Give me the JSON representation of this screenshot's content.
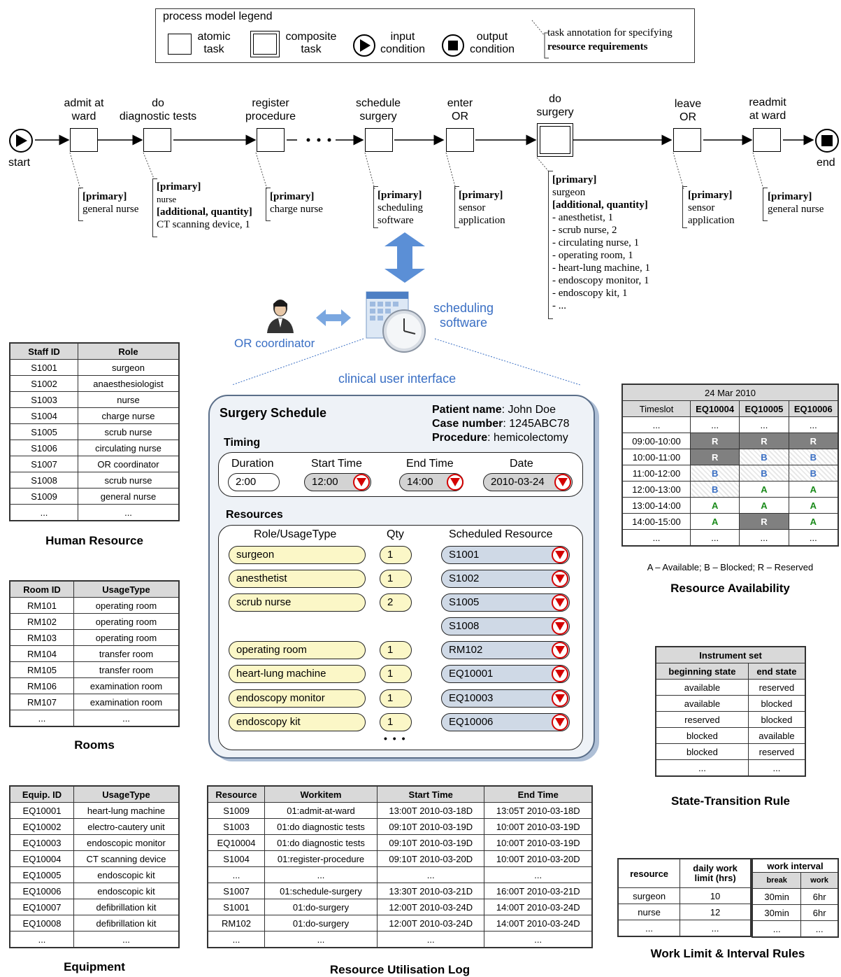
{
  "legend": {
    "title": "process model legend",
    "atomic": "atomic\ntask",
    "composite": "composite\ntask",
    "input": "input\ncondition",
    "output": "output\ncondition",
    "annot_line1": "task annotation for specifying",
    "annot_line2": "resource requirements"
  },
  "process": {
    "start": "start",
    "end": "end",
    "tasks": [
      {
        "label": "admit at\nward"
      },
      {
        "label": "do\ndiagnostic tests"
      },
      {
        "label": "register\nprocedure"
      },
      {
        "label": "schedule\nsurgery"
      },
      {
        "label": "enter\nOR"
      },
      {
        "label": "do\nsurgery"
      },
      {
        "label": "leave\nOR"
      },
      {
        "label": "readmit\nat ward"
      }
    ],
    "annotations": {
      "a1_h": "[primary]",
      "a1_v": "general nurse",
      "a2_h": "[primary]",
      "a2_v": "nurse",
      "a2_h2": "[additional, quantity]",
      "a2_v2": "CT scanning device, 1",
      "a3_h": "[primary]",
      "a3_v": "charge nurse",
      "a4_h": "[primary]",
      "a4_v": "scheduling\nsoftware",
      "a5_h": "[primary]",
      "a5_v": "sensor\napplication",
      "a6_h": "[primary]",
      "a6_v": "surgeon",
      "a6_h2": "[additional, quantity]",
      "a6_items": [
        "- anesthetist, 1",
        "- scrub nurse, 2",
        "- circulating nurse, 1",
        "- operating room, 1",
        "- heart-lung machine, 1",
        "- endoscopy monitor, 1",
        "- endoscopy kit, 1",
        "- ..."
      ],
      "a7_h": "[primary]",
      "a7_v": "sensor\napplication",
      "a8_h": "[primary]",
      "a8_v": "general nurse"
    }
  },
  "center": {
    "or_coordinator": "OR coordinator",
    "scheduling_software": "scheduling\nsoftware",
    "clinical_ui": "clinical user interface"
  },
  "ui": {
    "title": "Surgery Schedule",
    "patient_label": "Patient name",
    "patient_value": ": John Doe",
    "case_label": "Case number",
    "case_value": ": 1245ABC78",
    "procedure_label": "Procedure",
    "procedure_value": ": hemicolectomy",
    "timing": "Timing",
    "duration_label": "Duration",
    "start_label": "Start Time",
    "end_label": "End Time",
    "date_label": "Date",
    "duration": "2:00",
    "start": "12:00",
    "end": "14:00",
    "date": "2010-03-24",
    "resources": "Resources",
    "col_role": "Role/UsageType",
    "col_qty": "Qty",
    "col_sched": "Scheduled Resource",
    "rows": [
      {
        "role": "surgeon",
        "qty": "1",
        "res": "S1001"
      },
      {
        "role": "anesthetist",
        "qty": "1",
        "res": "S1002"
      },
      {
        "role": "scrub nurse",
        "qty": "2",
        "res": "S1005"
      },
      {
        "role": "",
        "qty": "",
        "res": "S1008"
      },
      {
        "role": "operating room",
        "qty": "1",
        "res": "RM102"
      },
      {
        "role": "heart-lung machine",
        "qty": "1",
        "res": "EQ10001"
      },
      {
        "role": "endoscopy monitor",
        "qty": "1",
        "res": "EQ10003"
      },
      {
        "role": "endoscopy kit",
        "qty": "1",
        "res": "EQ10006"
      }
    ],
    "more": "• • •"
  },
  "human": {
    "caption": "Human Resource",
    "headers": [
      "Staff ID",
      "Role"
    ],
    "rows": [
      [
        "S1001",
        "surgeon"
      ],
      [
        "S1002",
        "anaesthesiologist"
      ],
      [
        "S1003",
        "nurse"
      ],
      [
        "S1004",
        "charge nurse"
      ],
      [
        "S1005",
        "scrub nurse"
      ],
      [
        "S1006",
        "circulating nurse"
      ],
      [
        "S1007",
        "OR coordinator"
      ],
      [
        "S1008",
        "scrub nurse"
      ],
      [
        "S1009",
        "general nurse"
      ],
      [
        "...",
        "..."
      ]
    ]
  },
  "rooms": {
    "caption": "Rooms",
    "headers": [
      "Room ID",
      "UsageType"
    ],
    "rows": [
      [
        "RM101",
        "operating room"
      ],
      [
        "RM102",
        "operating room"
      ],
      [
        "RM103",
        "operating room"
      ],
      [
        "RM104",
        "transfer room"
      ],
      [
        "RM105",
        "transfer room"
      ],
      [
        "RM106",
        "examination room"
      ],
      [
        "RM107",
        "examination room"
      ],
      [
        "...",
        "..."
      ]
    ]
  },
  "equipment": {
    "caption": "Equipment",
    "headers": [
      "Equip. ID",
      "UsageType"
    ],
    "rows": [
      [
        "EQ10001",
        "heart-lung machine"
      ],
      [
        "EQ10002",
        "electro-cautery unit"
      ],
      [
        "EQ10003",
        "endoscopic monitor"
      ],
      [
        "EQ10004",
        "CT scanning device"
      ],
      [
        "EQ10005",
        "endoscopic kit"
      ],
      [
        "EQ10006",
        "endoscopic kit"
      ],
      [
        "EQ10007",
        "defibrillation kit"
      ],
      [
        "EQ10008",
        "defibrillation kit"
      ],
      [
        "...",
        "..."
      ]
    ]
  },
  "log": {
    "caption": "Resource Utilisation Log",
    "headers": [
      "Resource",
      "Workitem",
      "Start Time",
      "End Time"
    ],
    "rows": [
      [
        "S1009",
        "01:admit-at-ward",
        "13:00T 2010-03-18D",
        "13:05T 2010-03-18D"
      ],
      [
        "S1003",
        "01:do diagnostic tests",
        "09:10T 2010-03-19D",
        "10:00T 2010-03-19D"
      ],
      [
        "EQ10004",
        "01:do diagnostic tests",
        "09:10T 2010-03-19D",
        "10:00T 2010-03-19D"
      ],
      [
        "S1004",
        "01:register-procedure",
        "09:10T 2010-03-20D",
        "10:00T 2010-03-20D"
      ],
      [
        "...",
        "...",
        "...",
        "..."
      ],
      [
        "S1007",
        "01:schedule-surgery",
        "13:30T 2010-03-21D",
        "16:00T 2010-03-21D"
      ],
      [
        "S1001",
        "01:do-surgery",
        "12:00T 2010-03-24D",
        "14:00T 2010-03-24D"
      ],
      [
        "RM102",
        "01:do-surgery",
        "12:00T 2010-03-24D",
        "14:00T 2010-03-24D"
      ],
      [
        "...",
        "...",
        "...",
        "..."
      ]
    ]
  },
  "availability": {
    "date": "24 Mar 2010",
    "headers": [
      "Timeslot",
      "EQ10004",
      "EQ10005",
      "EQ10006"
    ],
    "rows": [
      [
        "...",
        "...",
        "...",
        "..."
      ],
      [
        "09:00-10:00",
        "R",
        "R",
        "R"
      ],
      [
        "10:00-11:00",
        "R",
        "B",
        "B"
      ],
      [
        "11:00-12:00",
        "B",
        "B",
        "B"
      ],
      [
        "12:00-13:00",
        "B",
        "A",
        "A"
      ],
      [
        "13:00-14:00",
        "A",
        "A",
        "A"
      ],
      [
        "14:00-15:00",
        "A",
        "R",
        "A"
      ],
      [
        "...",
        "...",
        "...",
        "..."
      ]
    ],
    "key": "A – Available; B – Blocked; R – Reserved",
    "caption": "Resource Availability"
  },
  "instrument": {
    "title": "Instrument set",
    "headers": [
      "beginning state",
      "end state"
    ],
    "rows": [
      [
        "available",
        "reserved"
      ],
      [
        "available",
        "blocked"
      ],
      [
        "reserved",
        "blocked"
      ],
      [
        "blocked",
        "available"
      ],
      [
        "blocked",
        "reserved"
      ],
      [
        "...",
        "..."
      ]
    ],
    "caption": "State-Transition Rule"
  },
  "worklimit": {
    "h_resource": "resource",
    "h_daily": "daily work\nlimit (hrs)",
    "h_interval": "work interval",
    "h_break": "break",
    "h_work": "work",
    "rows": [
      [
        "surgeon",
        "10",
        "30min",
        "6hr"
      ],
      [
        "nurse",
        "12",
        "30min",
        "6hr"
      ],
      [
        "...",
        "...",
        "...",
        "..."
      ]
    ],
    "caption": "Work Limit & Interval Rules"
  }
}
